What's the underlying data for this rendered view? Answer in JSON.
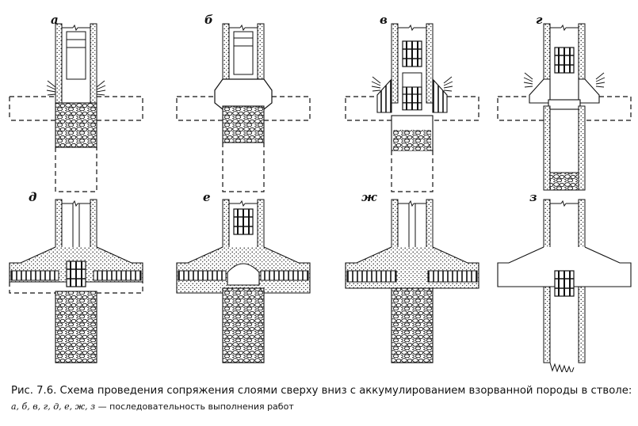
{
  "panels": [
    {
      "id": "a",
      "label": "а"
    },
    {
      "id": "b",
      "label": "б"
    },
    {
      "id": "v",
      "label": "в"
    },
    {
      "id": "g",
      "label": "г"
    },
    {
      "id": "d",
      "label": "д"
    },
    {
      "id": "e",
      "label": "е"
    },
    {
      "id": "zh",
      "label": "ж"
    },
    {
      "id": "z",
      "label": "з"
    }
  ],
  "caption": {
    "title": "Рис. 7.6. Схема проведения сопряжения слоями сверху вниз с аккумулированием взорванной породы в стволе:",
    "legend_letters": "а, б, в, г, д, е, ж, з",
    "legend_text": "— последовательность выполнения работ"
  },
  "colors": {
    "ink": "#111111",
    "background": "#ffffff"
  }
}
